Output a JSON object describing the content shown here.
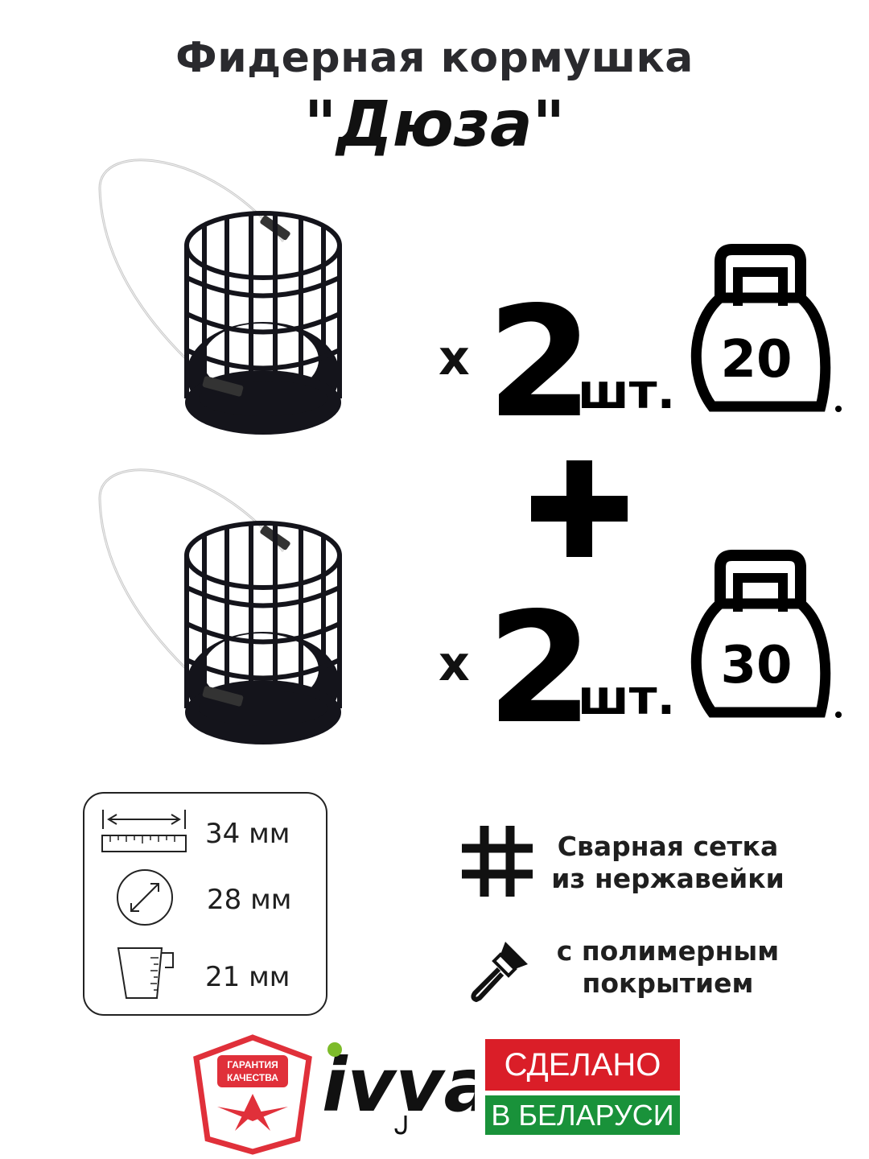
{
  "title": {
    "line1": "Фидерная кормушка",
    "line2": "\"Дюза\""
  },
  "offers": [
    {
      "multiplier": "x",
      "quantity": "2",
      "unit": "шт.",
      "weight": "20",
      "weight_icon": "kettlebell-icon"
    },
    {
      "multiplier": "x",
      "quantity": "2",
      "unit": "шт.",
      "weight": "30",
      "weight_icon": "kettlebell-icon"
    }
  ],
  "specs": [
    {
      "icon": "ruler-icon",
      "value": "34 мм"
    },
    {
      "icon": "diameter-icon",
      "value": "28 мм"
    },
    {
      "icon": "measuring-cup-icon",
      "value": "21 мм"
    }
  ],
  "features": [
    {
      "icon": "grid-hash-icon",
      "line1": "Сварная сетка",
      "line2": "из нержавейки"
    },
    {
      "icon": "paint-brush-icon",
      "line1": "с полимерным",
      "line2": "покрытием"
    }
  ],
  "footer": {
    "quality_badge": "ГАРАНТИЯ КАЧЕСТВА",
    "brand": "ivva",
    "made_in_top": "СДЕЛАНО",
    "made_in_bottom": "В БЕЛАРУСИ"
  },
  "colors": {
    "red": "#da1e28",
    "green": "#19923a",
    "brand_green": "#7dbb2a",
    "text_dark": "#1f1f1f"
  }
}
